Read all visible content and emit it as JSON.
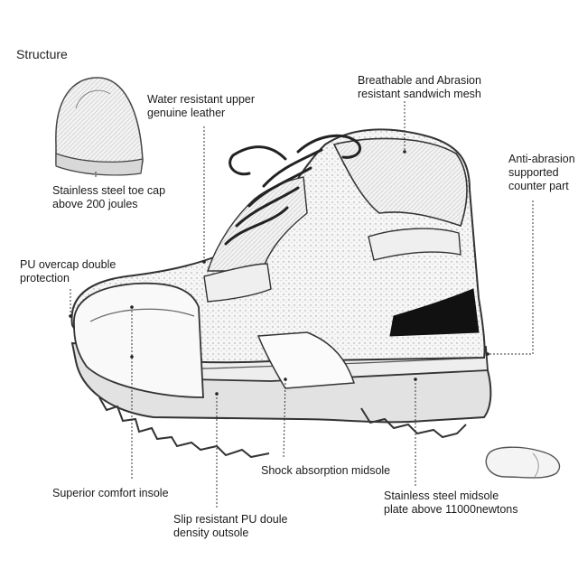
{
  "title": "Structure",
  "labels": {
    "water_resistant": [
      "Water resistant upper",
      "genuine leather"
    ],
    "breathable": [
      "Breathable and Abrasion",
      "resistant sandwich mesh"
    ],
    "anti_abrasion": [
      "Anti-abrasion",
      "supported",
      "counter part"
    ],
    "toe_cap": [
      "Stainless steel toe cap",
      "above 200 joules"
    ],
    "pu_overcap": [
      "PU overcap double",
      "protection"
    ],
    "shock": [
      "Shock absorption midsole"
    ],
    "insole": [
      "Superior comfort insole"
    ],
    "outsole": [
      "Slip resistant PU doule",
      "density outsole"
    ],
    "midsole_plate": [
      "Stainless steel midsole",
      "plate above 11000newtons"
    ]
  },
  "colors": {
    "line": "#333333",
    "fill_dark": "#111111"
  }
}
